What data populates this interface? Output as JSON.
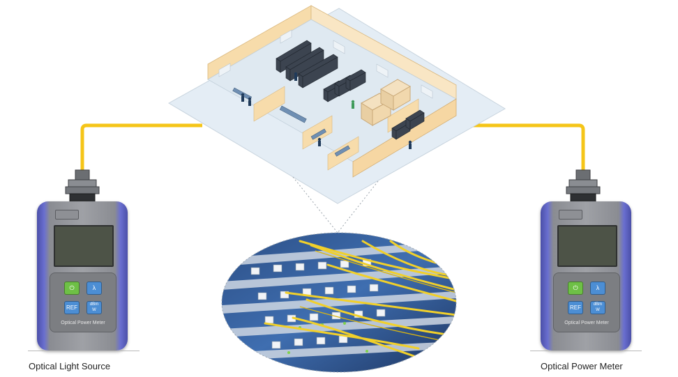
{
  "labels": {
    "left_device": "Optical Light Source",
    "right_device": "Optical Power Meter"
  },
  "meter": {
    "panel_text": "Optical Power Meter",
    "key_power_icon": "power-icon",
    "key_lambda": "λ",
    "key_ref": "REF",
    "key_dbm_top": "dBm",
    "key_dbm_bottom": "W"
  },
  "colors": {
    "fiber": "#f5c518",
    "floor": "#e4edf5",
    "wall": "#f7dcab",
    "device_side": "#5a5fc0",
    "device_body": "#9a9ca1",
    "screen": "#4d5347",
    "key_green": "#6ec046",
    "key_blue": "#4c8ed4"
  }
}
